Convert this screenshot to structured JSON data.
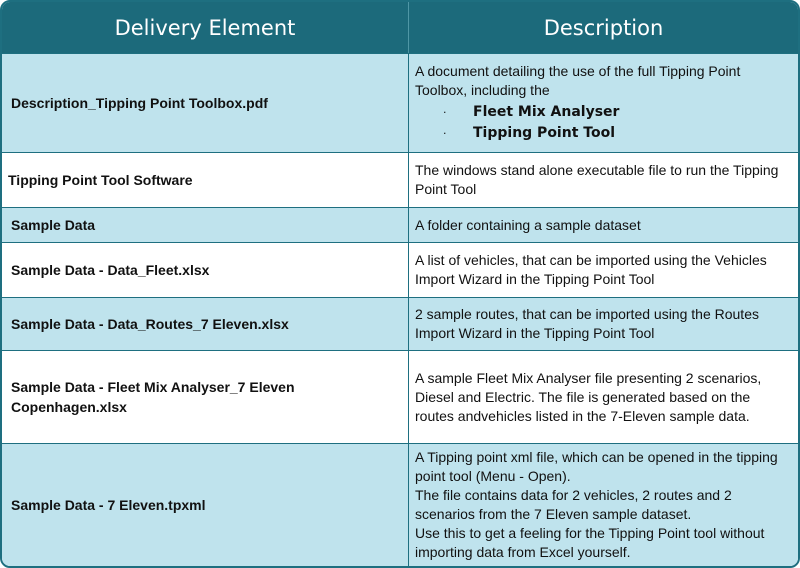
{
  "table": {
    "header": {
      "col1": "Delivery Element",
      "col2": "Description"
    },
    "rows": [
      {
        "element": "Description_Tipping Point Toolbox.pdf",
        "description": "A document detailing the use of the full Tipping Point Toolbox, including the",
        "bullets": [
          "Fleet Mix Analyser",
          "Tipping Point Tool"
        ]
      },
      {
        "element": "Tipping Point Tool Software",
        "description": "The windows stand alone executable file to run the Tipping Point Tool"
      },
      {
        "element": "Sample Data",
        "description": "A folder containing a sample dataset"
      },
      {
        "element": "Sample Data - Data_Fleet.xlsx",
        "description": "A list of vehicles, that can be imported using the Vehicles Import Wizard in the Tipping Point Tool"
      },
      {
        "element": "Sample Data - Data_Routes_7 Eleven.xlsx",
        "description": "2 sample routes, that can be imported using the Routes Import Wizard in the Tipping Point Tool"
      },
      {
        "element": "Sample Data - Fleet Mix Analyser_7 Eleven Copenhagen.xlsx",
        "description": "A sample Fleet Mix Analyser file presenting 2 scenarios, Diesel and Electric. The file is generated based on the routes andvehicles listed in the 7-Eleven sample data."
      },
      {
        "element": "Sample Data - 7 Eleven.tpxml",
        "description_lines": [
          "A Tipping point xml file, which can be opened in the tipping point tool (Menu - Open).",
          "The file contains data for 2 vehicles, 2 routes and 2 scenarios from the 7 Eleven sample dataset.",
          "Use this to get a feeling for the Tipping Point tool without importing data from Excel yourself."
        ]
      }
    ]
  },
  "colors": {
    "header_bg": "#1c6a7b",
    "alt_row_bg": "#bfe3ed",
    "border": "#1e6f80"
  }
}
